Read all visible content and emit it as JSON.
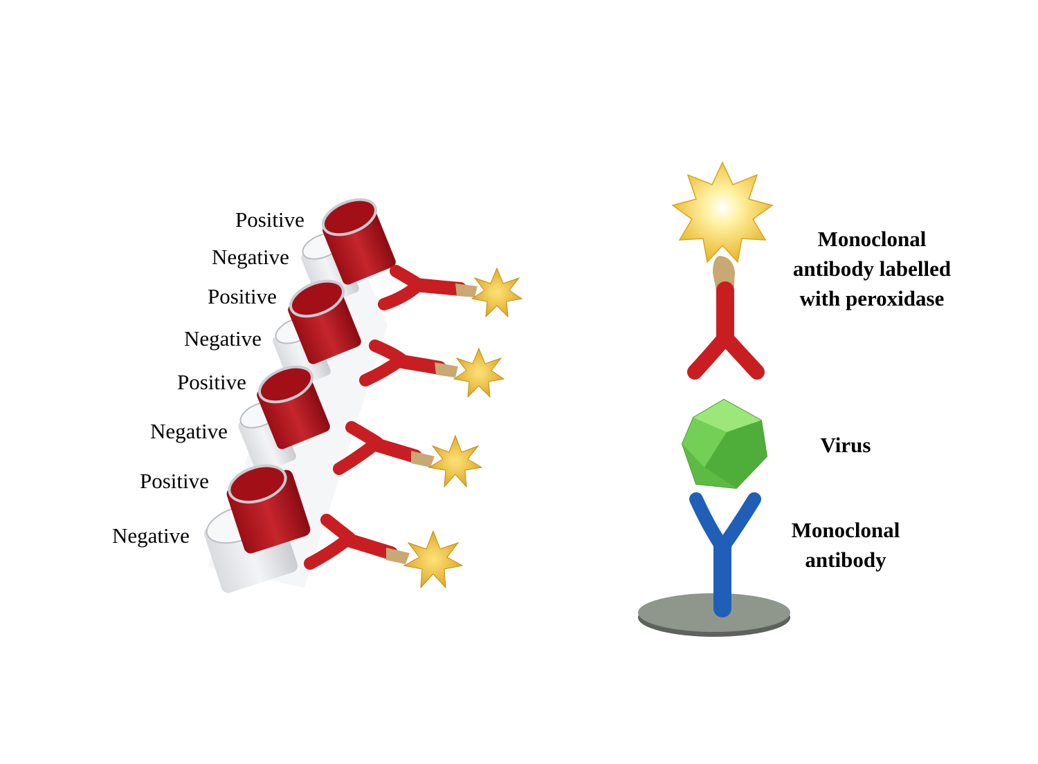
{
  "well_labels": [
    "Positive",
    "Negative",
    "Positive",
    "Negative",
    "Positive",
    "Negative",
    "Positive",
    "Negative"
  ],
  "legend": {
    "labelled_antibody_line1": "Monoclonal",
    "labelled_antibody_line2": "antibody labelled",
    "labelled_antibody_line3": "with peroxidase",
    "virus": "Virus",
    "antibody_line1": "Monoclonal",
    "antibody_line2": "antibody"
  },
  "colors": {
    "well_fill_positive": "#b0121b",
    "well_fill_negative": "#e4e6e9",
    "antibody_labelled": "#c81e22",
    "antibody_capture": "#1f5fb8",
    "virus": "#63c94a",
    "peroxidase": "#f3c93a",
    "plate": "#8f978d"
  }
}
